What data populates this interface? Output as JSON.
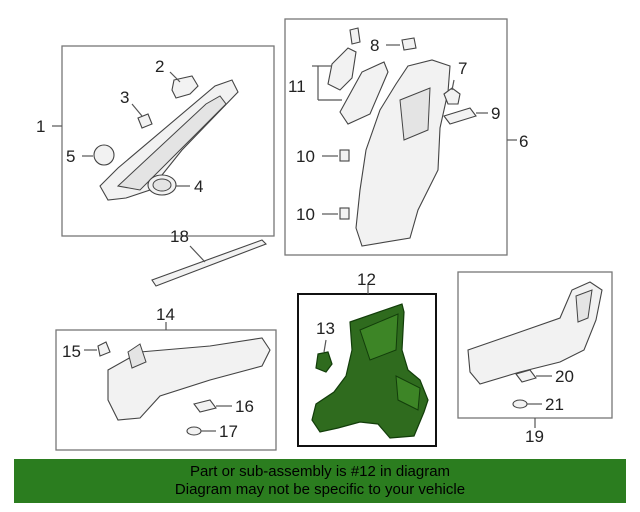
{
  "callouts": {
    "c1": "1",
    "c2": "2",
    "c3": "3",
    "c4": "4",
    "c5": "5",
    "c6": "6",
    "c7": "7",
    "c8": "8",
    "c9": "9",
    "c10a": "10",
    "c10b": "10",
    "c11": "11",
    "c12": "12",
    "c13": "13",
    "c14": "14",
    "c15": "15",
    "c16": "16",
    "c17": "17",
    "c18": "18",
    "c19": "19",
    "c20": "20",
    "c21": "21"
  },
  "highlight_color": "#2b7d1f",
  "banner": {
    "line1": "Part or sub-assembly is #12 in diagram",
    "line2": "Diagram may not be specific to your vehicle"
  }
}
